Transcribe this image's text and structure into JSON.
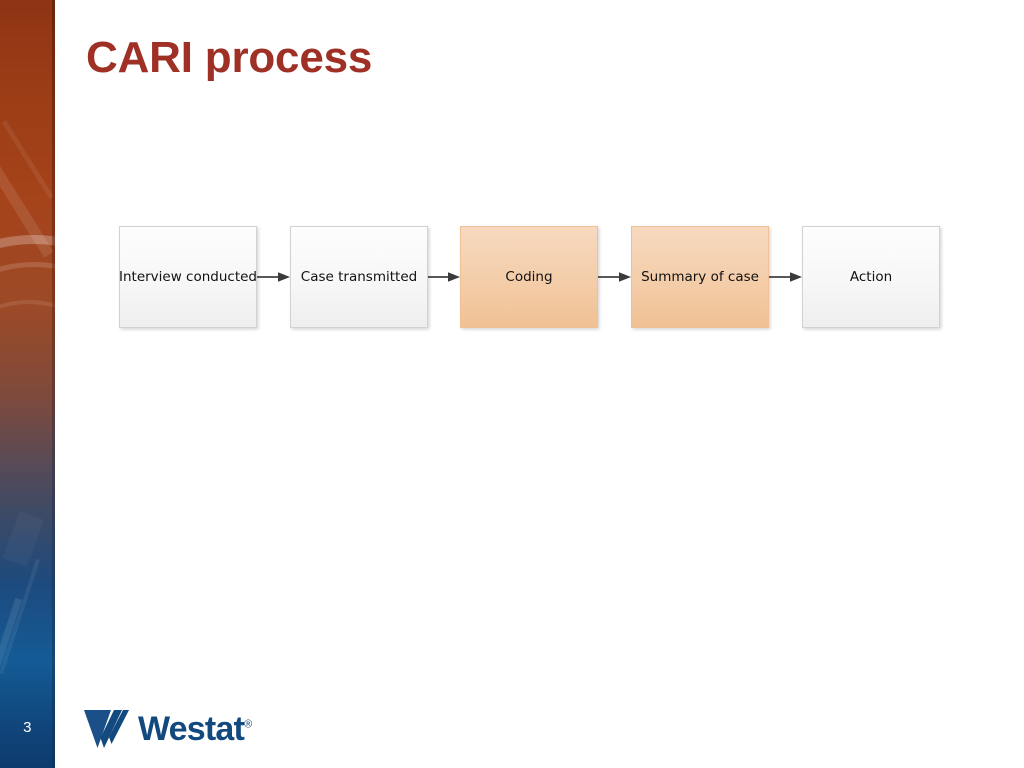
{
  "slide": {
    "title": "CARI process",
    "number": "3",
    "title_color": "#9e3025",
    "background_color": "#ffffff"
  },
  "sidebar": {
    "top_color": "#8f3414",
    "mid_color": "#5a4a55",
    "bottom_color": "#145b96"
  },
  "diagram": {
    "type": "flowchart",
    "accent_color": "#f4cda9",
    "plain_color": "#f7f7f7",
    "arrow_color": "#404040",
    "nodes": [
      {
        "label": "Interview conducted",
        "style": "plain"
      },
      {
        "label": "Case transmitted",
        "style": "plain"
      },
      {
        "label": "Coding",
        "style": "accent"
      },
      {
        "label": "Summary of case",
        "style": "accent"
      },
      {
        "label": "Action",
        "style": "plain"
      }
    ],
    "connectors": [
      {
        "from": "Interview conducted",
        "to": "Case transmitted"
      },
      {
        "from": "Case transmitted",
        "to": "Coding"
      },
      {
        "from": "Coding",
        "to": "Summary of case"
      },
      {
        "from": "Summary of case",
        "to": "Action"
      }
    ]
  },
  "footer": {
    "logo_text": "Westat",
    "logo_registered": "®",
    "logo_color": "#12497e"
  }
}
